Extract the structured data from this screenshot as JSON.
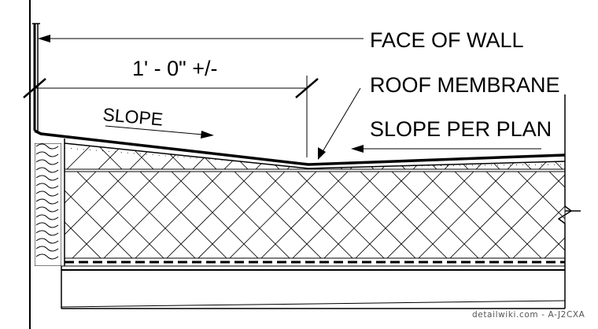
{
  "labels": {
    "face_of_wall": "FACE OF WALL",
    "dimension": "1' - 0\" +/-",
    "roof_membrane": "ROOF MEMBRANE",
    "slope": "SLOPE",
    "slope_per_plan": "SLOPE PER PLAN"
  },
  "watermark": "detailwiki.com - A-J2CXA",
  "colors": {
    "line": "#000000",
    "background": "#ffffff",
    "watermark": "#555555"
  }
}
